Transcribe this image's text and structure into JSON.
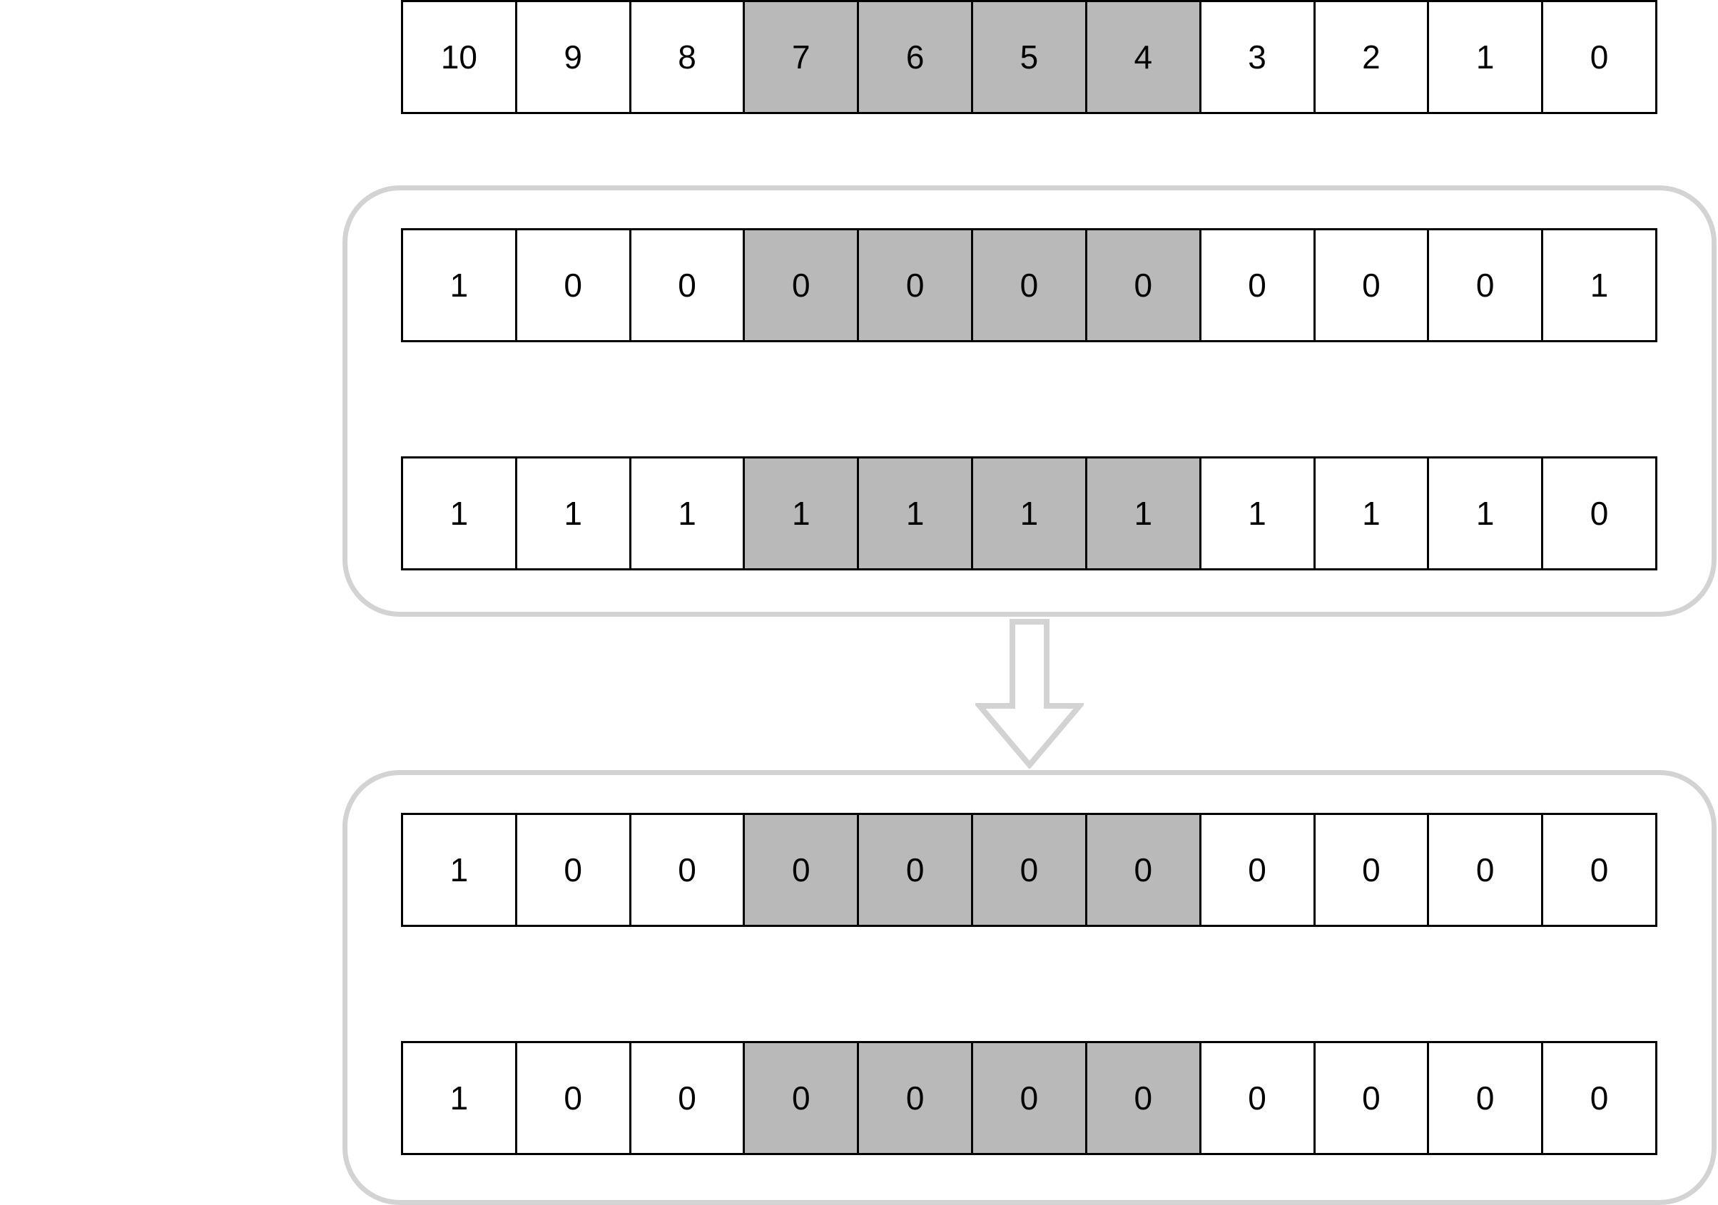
{
  "colors": {
    "highlight": "#b9b9b9",
    "normal": "#ffffff",
    "group_border": "#d3d3d3",
    "cell_border": "#000000"
  },
  "highlight_range": [
    3,
    6
  ],
  "index_row": [
    "10",
    "9",
    "8",
    "7",
    "6",
    "5",
    "4",
    "3",
    "2",
    "1",
    "0"
  ],
  "top_group": {
    "rows": [
      [
        "1",
        "0",
        "0",
        "0",
        "0",
        "0",
        "0",
        "0",
        "0",
        "0",
        "1"
      ],
      [
        "1",
        "1",
        "1",
        "1",
        "1",
        "1",
        "1",
        "1",
        "1",
        "1",
        "0"
      ]
    ]
  },
  "bottom_group": {
    "rows": [
      [
        "1",
        "0",
        "0",
        "0",
        "0",
        "0",
        "0",
        "0",
        "0",
        "0",
        "0"
      ],
      [
        "1",
        "0",
        "0",
        "0",
        "0",
        "0",
        "0",
        "0",
        "0",
        "0",
        "0"
      ]
    ]
  },
  "arrow_icon": "down-arrow-icon"
}
